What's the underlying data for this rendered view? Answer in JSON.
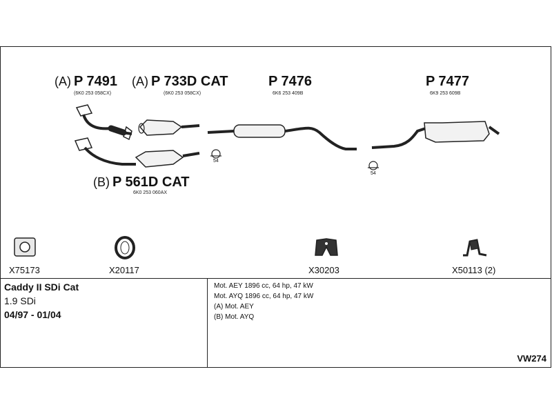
{
  "parts": {
    "p7491": {
      "variant": "(A)",
      "number": "P 7491",
      "oem": "(6K0 253 058CX)"
    },
    "p733d": {
      "variant": "(A)",
      "number": "P 733D CAT",
      "oem": "(6K0 253 058CX)"
    },
    "p7476": {
      "number": "P 7476",
      "oem": "6K6 253 409B"
    },
    "p7477": {
      "number": "P 7477",
      "oem": "6K9 253 609B"
    },
    "p561d": {
      "variant": "(B)",
      "number": "P 561D CAT",
      "oem": "6K0 253 060AX"
    }
  },
  "clamps": {
    "left": "54",
    "right": "54"
  },
  "accessories": [
    {
      "code": "X75173",
      "icon": "gasket-icon"
    },
    {
      "code": "X20117",
      "icon": "ring-icon"
    },
    {
      "code": "X30203",
      "icon": "rubber-mount-icon"
    },
    {
      "code": "X50113 (2)",
      "icon": "hanger-icon"
    }
  ],
  "vehicle": {
    "name": "Caddy II SDi Cat",
    "engine": "1.9 SDi",
    "years": "04/97 - 01/04"
  },
  "notes": [
    "Mot. AEY 1896 cc, 64 hp, 47 kW",
    "Mot. AYQ 1896 cc, 64 hp, 47 kW",
    "(A) Mot. AEY",
    "(B) Mot. AYQ"
  ],
  "diagram_code": "VW274"
}
